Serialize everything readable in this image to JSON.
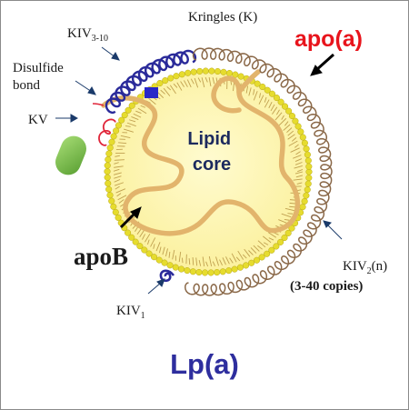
{
  "labels": {
    "kringles": "Kringles (K)",
    "kiv310_main": "KIV",
    "kiv310_sub": "3-10",
    "disulfide_line1": "Disulfide",
    "disulfide_line2": "bond",
    "kv": "KV",
    "apoa": "apo(a)",
    "lipid_line1": "Lipid",
    "lipid_line2": "core",
    "apob": "apoB",
    "kiv2_main": "KIV",
    "kiv2_sub": "2",
    "kiv2_suffix": "(n)",
    "kiv2_copies": "(3-40 copies)",
    "kiv1_main": "KIV",
    "kiv1_sub": "1",
    "title": "Lp(a)"
  },
  "colors": {
    "apoa_label": "#e8141c",
    "title": "#2e2e9e",
    "lipid_text": "#1c2a5e",
    "kringle_brown": "#8a6848",
    "kiv310_blue": "#2a2a9a",
    "kv_red": "#e0263a",
    "protease_green": "#7cc34a",
    "apob_tan": "#e2b46c",
    "lipid_fill": "#fbf39c",
    "shell_yellow": "#e6dc2e",
    "blue_square": "#2828c8"
  },
  "icons": {
    "protease_domain": "green-capsule",
    "binding_site": "blue-square"
  }
}
